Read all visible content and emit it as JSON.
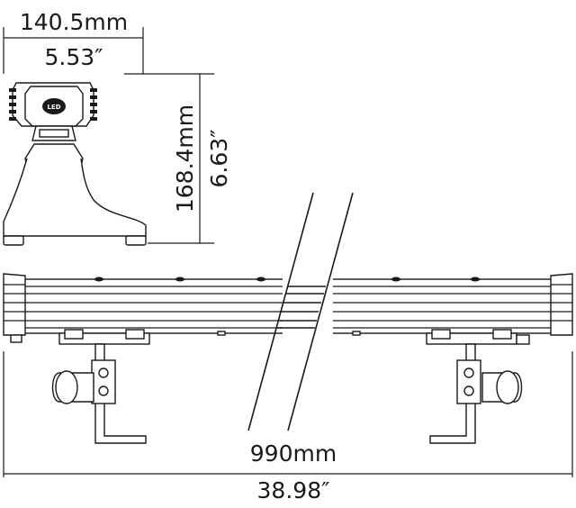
{
  "dimensions": {
    "width_mm": "140.5mm",
    "width_in": "5.53″",
    "height_mm": "168.4mm",
    "height_in": "6.63″",
    "length_mm": "990mm",
    "length_in": "38.98″"
  },
  "logo_text": "LED"
}
